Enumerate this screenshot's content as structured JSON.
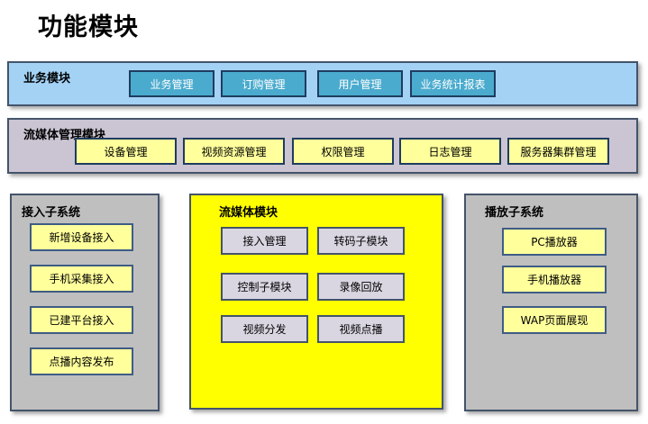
{
  "page_title": "功能模块",
  "colors": {
    "business_bar_bg": "#a3d2f5",
    "media_mgmt_bar_bg": "#cbc4d2",
    "subsystem_col_bg": "#bfbfbf",
    "media_box_bg": "#ffff00",
    "teal_button_bg": "#4babce",
    "yellow_button_bg": "#ffff9c",
    "lavender_button_bg": "#d9d6e1",
    "panel_border": "#44546a",
    "dark_button_border": "#1f3c5f"
  },
  "business_bar": {
    "label": "业务模块",
    "buttons": [
      "业务管理",
      "订购管理",
      "用户管理",
      "业务统计报表"
    ]
  },
  "media_mgmt_bar": {
    "label": "流媒体管理模块",
    "buttons": [
      "设备管理",
      "视频资源管理",
      "权限管理",
      "日志管理",
      "服务器集群管理"
    ]
  },
  "access_subsystem": {
    "label": "接入子系统",
    "buttons": [
      "新增设备接入",
      "手机采集接入",
      "已建平台接入",
      "点播内容发布"
    ]
  },
  "media_module": {
    "label": "流媒体模块",
    "buttons": [
      "接入管理",
      "转码子模块",
      "控制子模块",
      "录像回放",
      "视频分发",
      "视频点播"
    ]
  },
  "player_subsystem": {
    "label": "播放子系统",
    "buttons": [
      "PC播放器",
      "手机播放器",
      "WAP页面展现"
    ]
  }
}
